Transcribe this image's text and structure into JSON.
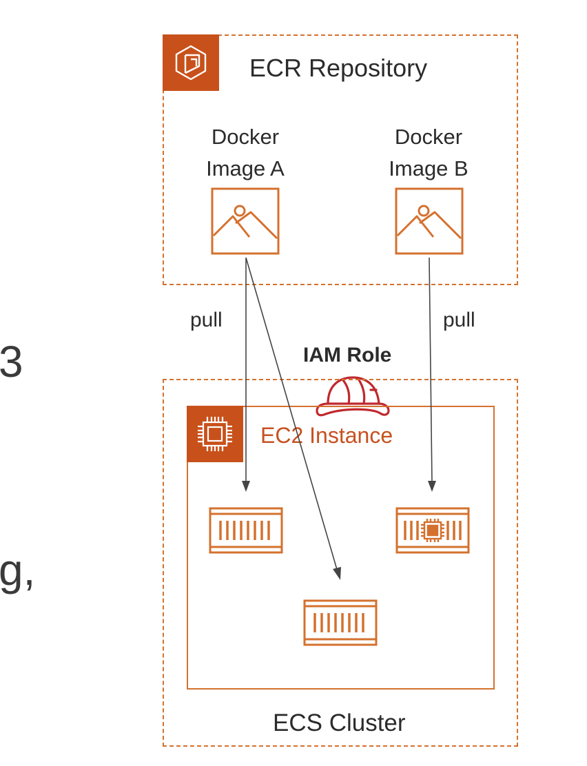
{
  "ecr": {
    "title": "ECR Repository",
    "image_a": {
      "line1": "Docker",
      "line2": "Image A"
    },
    "image_b": {
      "line1": "Docker",
      "line2": "Image B"
    }
  },
  "arrows": {
    "pull_left": "pull",
    "pull_right": "pull"
  },
  "iam": {
    "label": "IAM Role"
  },
  "ec2": {
    "label": "EC2 Instance"
  },
  "ecs": {
    "label": "ECS Cluster"
  },
  "cropped_text": {
    "top": "3",
    "bottom": "g,"
  },
  "colors": {
    "accent_orange": "#c8511b",
    "border_orange": "#d4712e",
    "iam_red": "#c0282d",
    "arrow": "#444444"
  },
  "icons": {
    "ecr": "ecr-repository-icon",
    "image": "image-icon",
    "ec2": "ec2-chip-icon",
    "container": "container-icon",
    "iam": "hard-hat-icon"
  }
}
